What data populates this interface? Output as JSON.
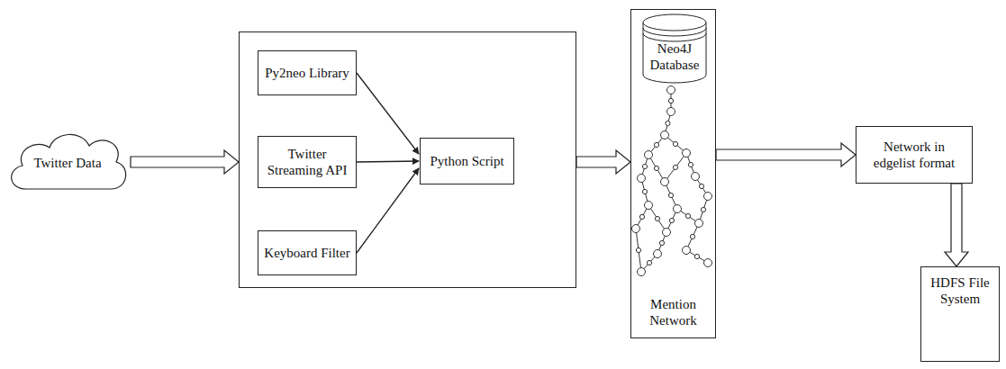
{
  "diagram": {
    "nodes": [
      {
        "text": [
          "Twitter Data"
        ]
      },
      {
        "text": []
      },
      {
        "text": [
          "Py2neo Library"
        ],
        "in": 1
      },
      {
        "text": [
          "Twitter Streaming API"
        ],
        "in": 1
      },
      {
        "text": [
          "Keyboard Filter"
        ],
        "in": 1
      },
      {
        "text": [
          "Python Script"
        ],
        "in": 1
      },
      {
        "text": [
          "Mention Network"
        ]
      },
      {
        "text": [
          "Neo4J Database"
        ],
        "in": 6
      },
      {
        "text": [
          "Network in edgelist format"
        ]
      },
      {
        "text": [
          "HDFS File System"
        ]
      }
    ],
    "edges": [
      {
        "from": 0,
        "to": 1,
        "arrow": "to"
      },
      {
        "from": 2,
        "to": 5,
        "arrow": "to"
      },
      {
        "from": 3,
        "to": 5,
        "arrow": "to"
      },
      {
        "from": 4,
        "to": 5,
        "arrow": "to"
      },
      {
        "from": 1,
        "to": 6,
        "arrow": "to"
      },
      {
        "from": 6,
        "to": 8,
        "arrow": "to"
      },
      {
        "from": 8,
        "to": 9,
        "arrow": "to"
      }
    ]
  }
}
